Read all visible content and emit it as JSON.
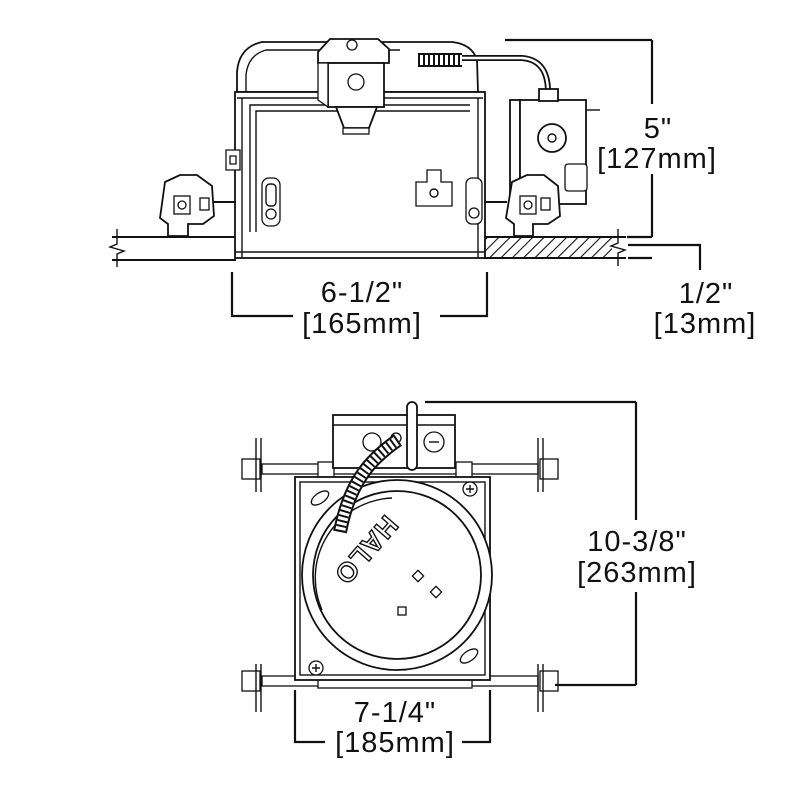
{
  "brand_label": "HALO",
  "dimensions": {
    "height": {
      "imperial": "5\"",
      "metric": "[127mm]"
    },
    "side_width": {
      "imperial": "6-1/2\"",
      "metric": "[165mm]"
    },
    "ceiling": {
      "imperial": "1/2\"",
      "metric": "[13mm]"
    },
    "top_length": {
      "imperial": "10-3/8\"",
      "metric": "[263mm]"
    },
    "top_width": {
      "imperial": "7-1/4\"",
      "metric": "[185mm]"
    }
  }
}
